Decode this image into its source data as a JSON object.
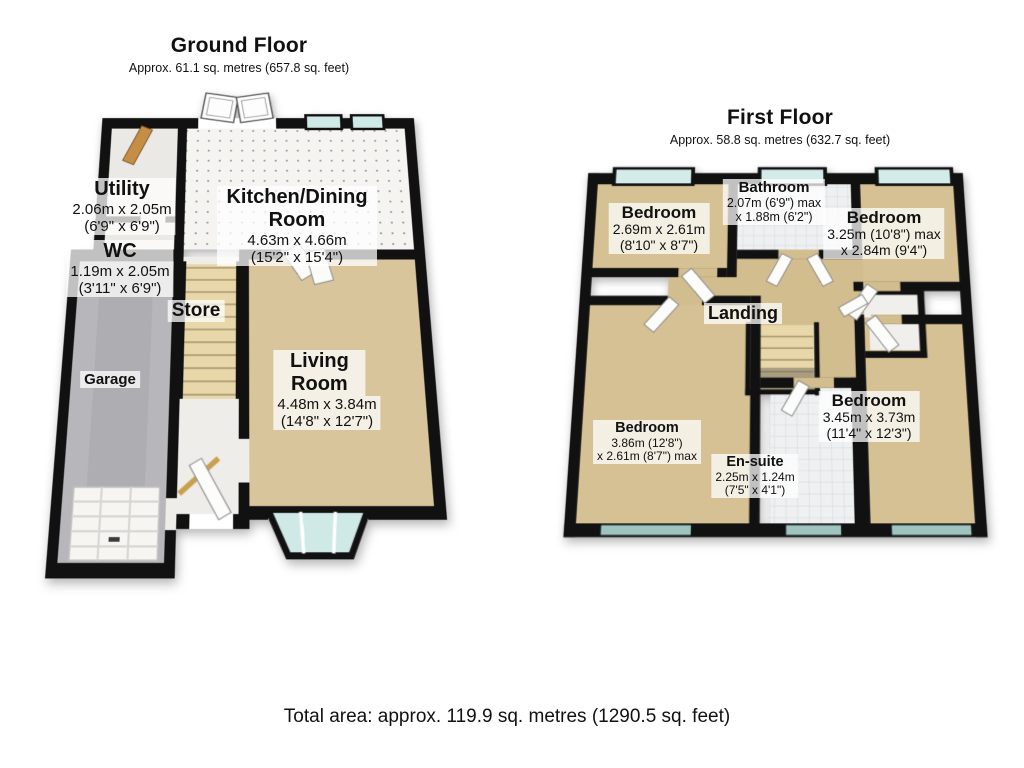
{
  "ground_floor": {
    "title": "Ground Floor",
    "subtitle": "Approx. 61.1 sq. metres (657.8 sq. feet)",
    "rooms": {
      "utility": {
        "name": "Utility",
        "dim1": "2.06m x 2.05m",
        "dim2": "(6'9\" x 6'9\")"
      },
      "wc": {
        "name": "WC",
        "dim1": "1.19m x 2.05m",
        "dim2": "(3'11\" x 6'9\")"
      },
      "kitchen": {
        "name": "Kitchen/Dining Room",
        "dim1": "4.63m x 4.66m",
        "dim2": "(15'2\" x 15'4\")"
      },
      "store": {
        "name": "Store"
      },
      "garage": {
        "name": "Garage"
      },
      "living": {
        "name": "Living Room",
        "dim1": "4.48m x 3.84m",
        "dim2": "(14'8\" x 12'7\")"
      }
    }
  },
  "first_floor": {
    "title": "First Floor",
    "subtitle": "Approx. 58.8 sq. metres (632.7 sq. feet)",
    "rooms": {
      "bedroom_tl": {
        "name": "Bedroom",
        "dim1": "2.69m x 2.61m",
        "dim2": "(8'10\" x 8'7\")"
      },
      "bathroom": {
        "name": "Bathroom",
        "dim1": "2.07m (6'9\") max",
        "dim2": "x 1.88m (6'2\")"
      },
      "bedroom_tr": {
        "name": "Bedroom",
        "dim1": "3.25m (10'8\") max",
        "dim2": "x 2.84m (9'4\")"
      },
      "landing": {
        "name": "Landing"
      },
      "bedroom_bl": {
        "name": "Bedroom",
        "dim1": "3.86m (12'8\")",
        "dim2": "x 2.61m (8'7\") max"
      },
      "ensuite": {
        "name": "En-suite",
        "dim1": "2.25m x 1.24m",
        "dim2": "(7'5\" x 4'1\")"
      },
      "bedroom_br": {
        "name": "Bedroom",
        "dim1": "3.45m x 3.73m",
        "dim2": "(11'4\" x 12'3\")"
      }
    }
  },
  "footer": {
    "total_area": "Total area: approx. 119.9 sq. metres (1290.5 sq. feet)"
  },
  "palette": {
    "wall": "#111111",
    "carpet_tan": "#d5c193",
    "living_tan": "#d9c59c",
    "kitchen_tile": "#f5f4f1",
    "garage_grey": "#b7b7bb",
    "glass_light": "#cfe9e7",
    "glass_dark": "#9fc4c0",
    "door_wood": "#c58e47",
    "stair_beige": "#e7d7a9"
  }
}
